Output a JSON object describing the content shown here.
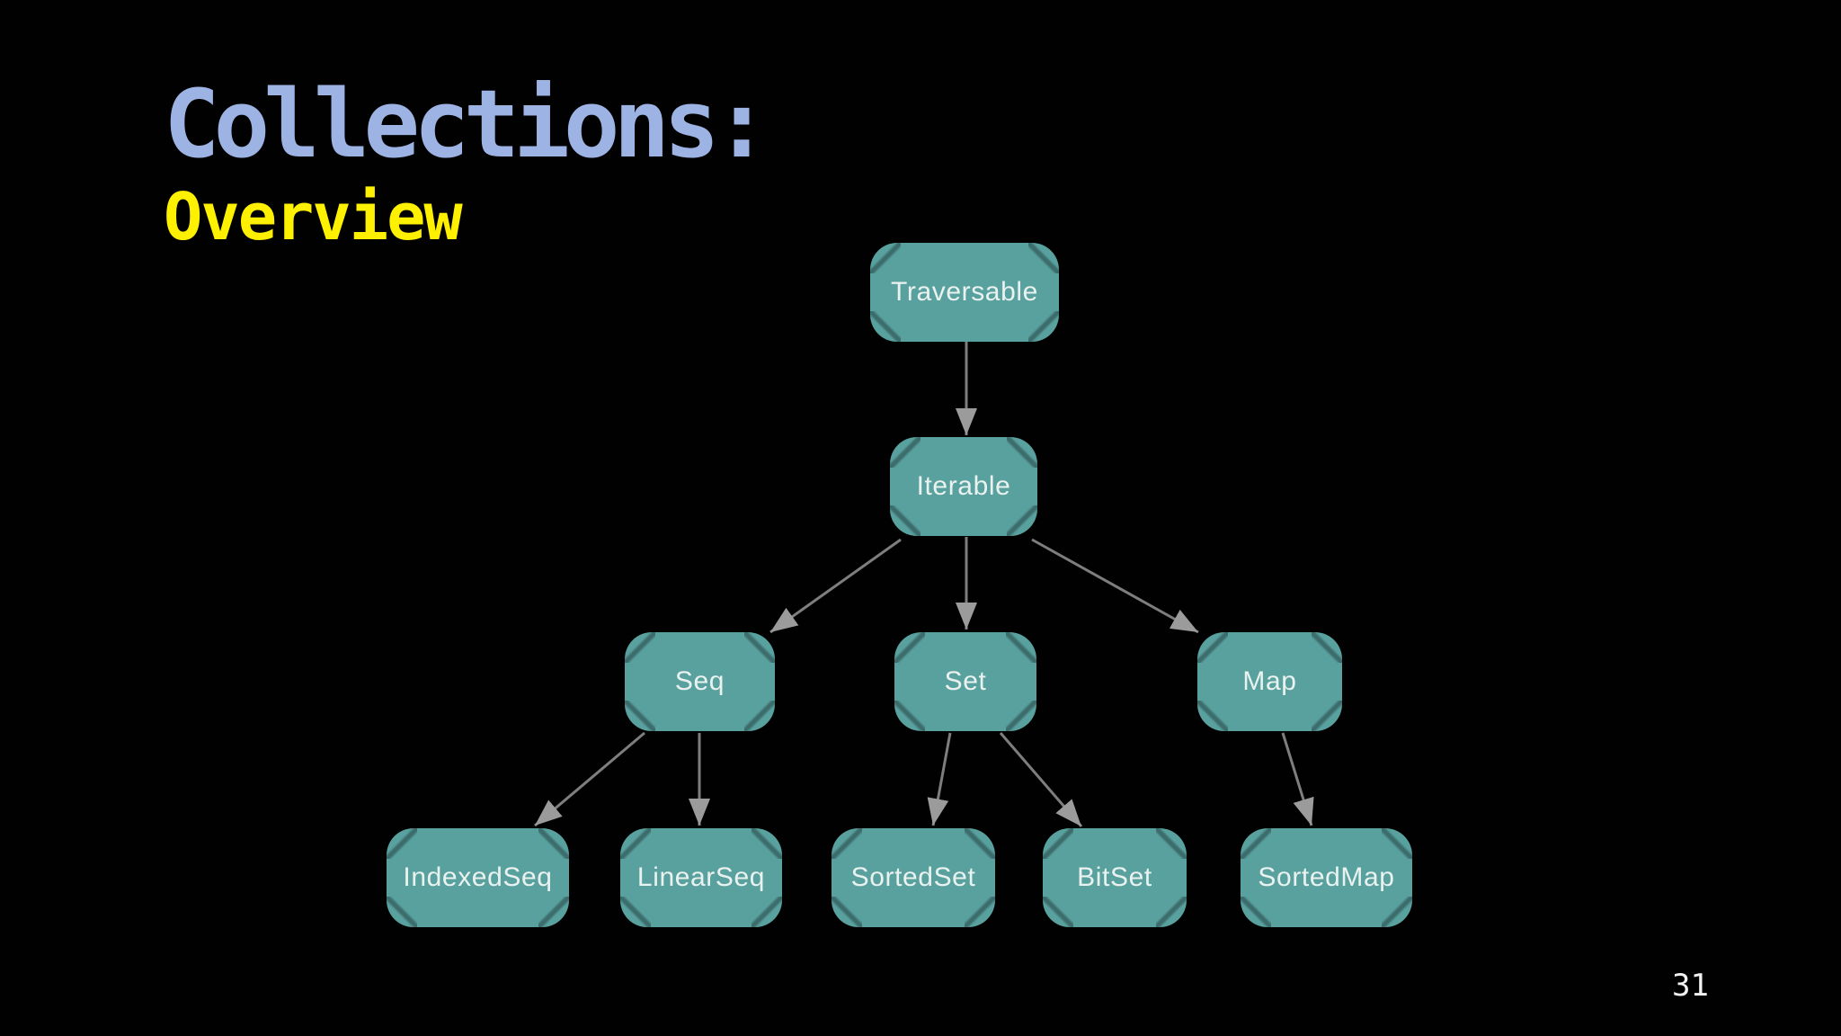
{
  "slide": {
    "title": "Collections:",
    "subtitle": "Overview",
    "page_number": "31",
    "background_color": "#010101",
    "title_color": "#9db3e4",
    "subtitle_color": "#fdf000"
  },
  "diagram": {
    "node_fill_color": "#58a19e",
    "node_text_color": "#eaf2f0",
    "arrow_line_color": "#7e7e7e",
    "arrow_head_color": "#9b9b9b",
    "nodes": [
      {
        "id": "traversable",
        "label": "Traversable"
      },
      {
        "id": "iterable",
        "label": "Iterable"
      },
      {
        "id": "seq",
        "label": "Seq"
      },
      {
        "id": "set",
        "label": "Set"
      },
      {
        "id": "map",
        "label": "Map"
      },
      {
        "id": "indexedseq",
        "label": "IndexedSeq"
      },
      {
        "id": "linearseq",
        "label": "LinearSeq"
      },
      {
        "id": "sortedset",
        "label": "SortedSet"
      },
      {
        "id": "bitset",
        "label": "BitSet"
      },
      {
        "id": "sortedmap",
        "label": "SortedMap"
      }
    ],
    "edges": [
      {
        "from": "Traversable",
        "to": "Iterable"
      },
      {
        "from": "Iterable",
        "to": "Seq"
      },
      {
        "from": "Iterable",
        "to": "Set"
      },
      {
        "from": "Iterable",
        "to": "Map"
      },
      {
        "from": "Seq",
        "to": "IndexedSeq"
      },
      {
        "from": "Seq",
        "to": "LinearSeq"
      },
      {
        "from": "Set",
        "to": "SortedSet"
      },
      {
        "from": "Set",
        "to": "BitSet"
      },
      {
        "from": "Map",
        "to": "SortedMap"
      }
    ]
  }
}
